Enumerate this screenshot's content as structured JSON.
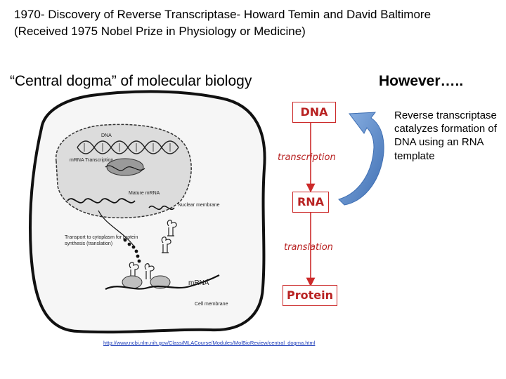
{
  "title": {
    "line1": "1970- Discovery of Reverse Transcriptase- Howard Temin and David Baltimore",
    "line2": "(Received 1975 Nobel Prize in Physiology or Medicine)"
  },
  "heading_left": "“Central dogma” of molecular biology",
  "heading_right": "However…..",
  "dogma": {
    "dna": "DNA",
    "transcription": "transcription",
    "rna": "RNA",
    "translation": "translation",
    "protein": "Protein"
  },
  "reverse_transcriptase_text": "Reverse transcriptase catalyzes formation of DNA using an RNA template",
  "cell_labels": {
    "dna": "DNA",
    "mrna_transcription": "mRNA Transcription",
    "mature_mrna": "Mature mRNA",
    "nuclear_membrane": "Nuclear membrane",
    "transport": "Transport to cytoplasm for protein synthesis (translation)",
    "mrna": "mRNA",
    "cell_membrane": "Cell membrane"
  },
  "source_url": "http://www.ncbi.nlm.nih.gov/Class/MLACourse/Modules/MolBioReview/central_dogma.html",
  "colors": {
    "dogma_red": "#b82222",
    "curved_arrow_blue": "#4a7fc1"
  }
}
